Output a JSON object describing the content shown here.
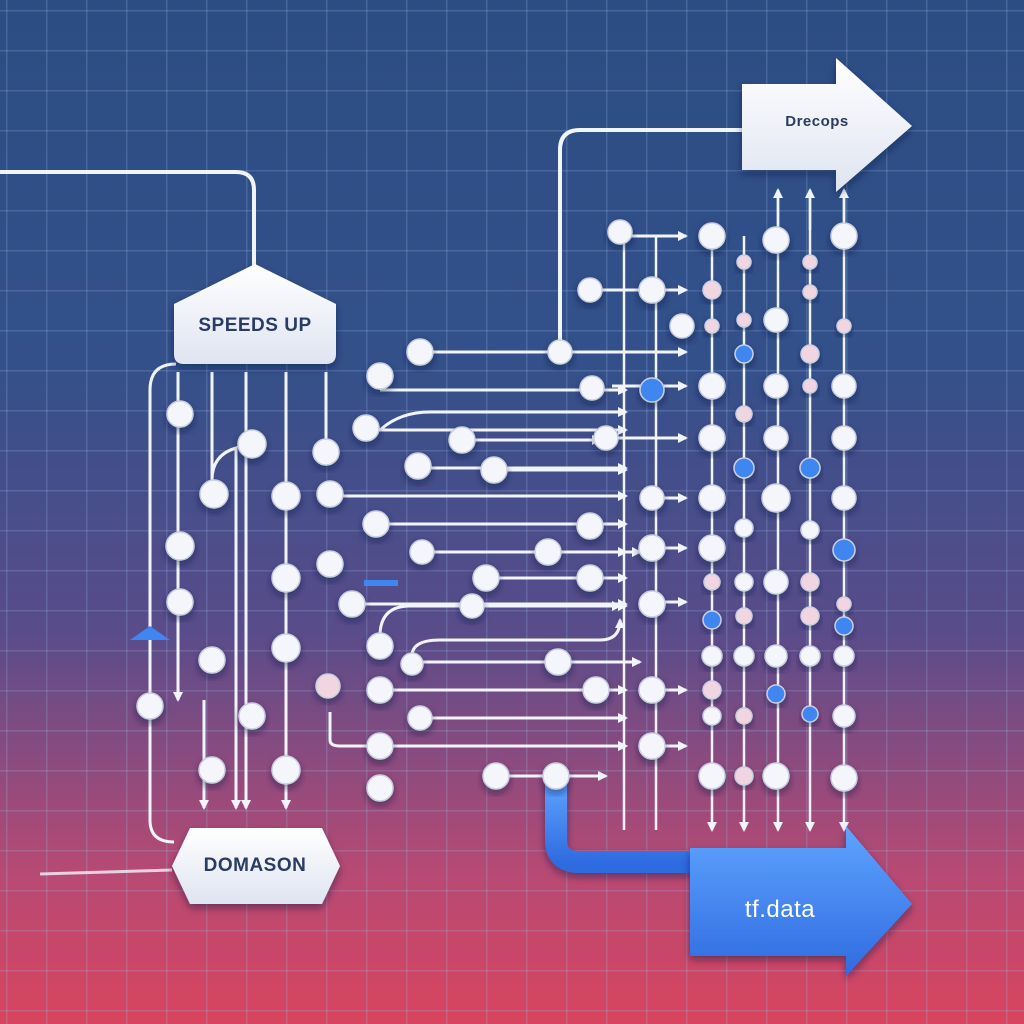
{
  "nodes": {
    "speeds_up": "SPEEDS UP",
    "domason": "DOMASON",
    "drecops": "Drecops",
    "tf_data": "tf.data"
  },
  "colors": {
    "background_top": "#2c4d84",
    "background_bottom": "#d8445f",
    "node_fill": "#f2f4fb",
    "node_text": "#2b3c64",
    "accent_blue": "#3f7de8",
    "accent_pink": "#e8b6c8"
  }
}
